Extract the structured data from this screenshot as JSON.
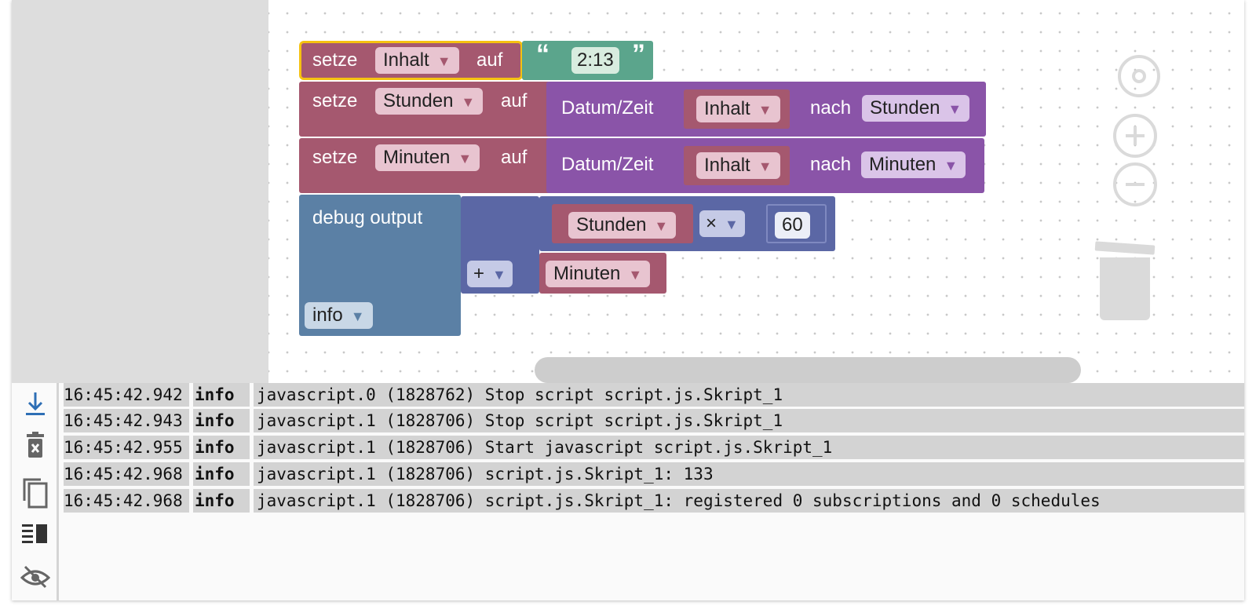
{
  "blocks": {
    "set1": {
      "setze": "setze",
      "var": "Inhalt",
      "auf": "auf",
      "value": "2:13",
      "open_quote": "“",
      "close_quote": "”"
    },
    "set2": {
      "setze": "setze",
      "var": "Stunden",
      "auf": "auf",
      "fn": "Datum/Zeit",
      "arg": "Inhalt",
      "nach": "nach",
      "unit": "Stunden"
    },
    "set3": {
      "setze": "setze",
      "var": "Minuten",
      "auf": "auf",
      "fn": "Datum/Zeit",
      "arg": "Inhalt",
      "nach": "nach",
      "unit": "Minuten"
    },
    "debug": {
      "label": "debug output",
      "level": "info",
      "mul_var": "Stunden",
      "mul_op": "×",
      "mul_num": "60",
      "add_op": "+",
      "add_var": "Minuten"
    },
    "arrow": "▼"
  },
  "log": {
    "rows": [
      {
        "time": "16:45:42.942",
        "level": "info",
        "msg": "javascript.0 (1828762) Stop script script.js.Skript_1"
      },
      {
        "time": "16:45:42.943",
        "level": "info",
        "msg": "javascript.1 (1828706) Stop script script.js.Skript_1"
      },
      {
        "time": "16:45:42.955",
        "level": "info",
        "msg": "javascript.1 (1828706) Start javascript script.js.Skript_1"
      },
      {
        "time": "16:45:42.968",
        "level": "info",
        "msg": "javascript.1 (1828706) script.js.Skript_1: 133"
      },
      {
        "time": "16:45:42.968",
        "level": "info",
        "msg": "javascript.1 (1828706) script.js.Skript_1: registered 0 subscriptions and 0 schedules"
      }
    ]
  },
  "toolbar": {
    "icons": [
      "scroll-to-bottom-icon",
      "clear-log-icon",
      "copy-icon",
      "toggle-table-icon",
      "hide-icon"
    ]
  },
  "colors": {
    "variables": "#a5586f",
    "text_block": "#5ba58c",
    "datetime": "#8a54a8",
    "math": "#5b67a5",
    "debug": "#5b80a5"
  }
}
